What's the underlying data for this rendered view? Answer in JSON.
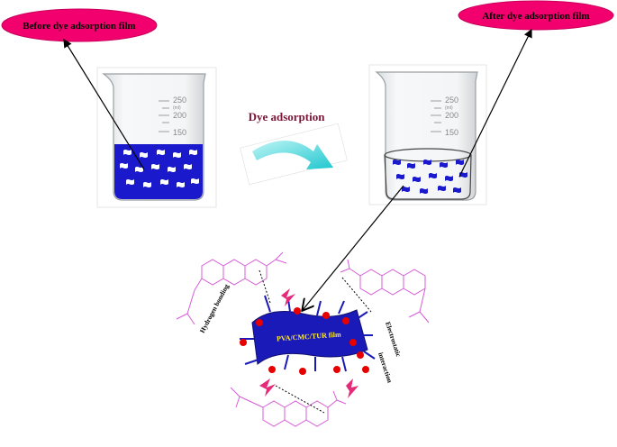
{
  "labels": {
    "before": "Before dye adsorption film",
    "after": "After dye adsorption film",
    "process": "Dye adsorption",
    "film": "PVA/CMC/TUR film",
    "hbond": "Hydrogen bonding",
    "electro1": "Electrostatic",
    "electro2": "interaction"
  },
  "beaker": {
    "graduations": [
      "250",
      "200",
      "150"
    ],
    "unit": "(ml)"
  },
  "colors": {
    "bubble": "#f2006e",
    "dye_blue": "#1a1acc",
    "title": "#7a1538",
    "arrow": "#33d6d6",
    "molecule": "#d65cd6",
    "dot": "#e60000",
    "film_blue": "#1a1ab8"
  },
  "icons": [
    "beaker-icon",
    "curved-arrow-icon",
    "lightning-icon",
    "molecule-icon"
  ]
}
